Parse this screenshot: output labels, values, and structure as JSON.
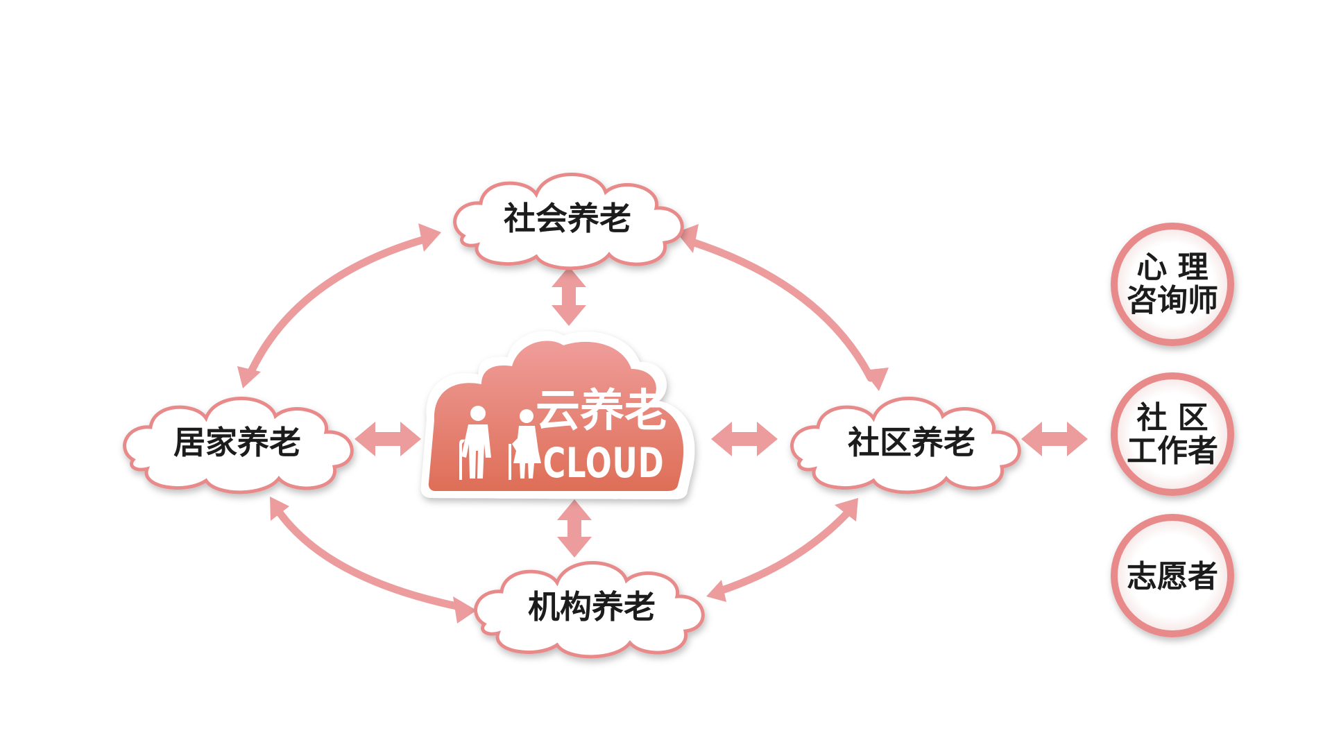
{
  "center": {
    "title_cn": "云养老",
    "title_en": "CLOUD",
    "icon": "elderly-couple-icon"
  },
  "clouds": {
    "social": "社会养老",
    "home": "居家养老",
    "community": "社区养老",
    "institution": "机构养老"
  },
  "roles": [
    {
      "lines": [
        "心 理",
        "咨询师"
      ]
    },
    {
      "lines": [
        "社 区",
        "工作者"
      ]
    },
    {
      "lines": [
        "志愿者"
      ]
    }
  ],
  "colors": {
    "accent": "#e8898a",
    "arrow": "#ec9c9c",
    "cloud_fill": "#ffffff",
    "cloud_stroke": "#e8898a",
    "circle_fill": "#fbf2f2",
    "logo_top": "#ef9d9a",
    "logo_bottom": "#de6e57"
  }
}
